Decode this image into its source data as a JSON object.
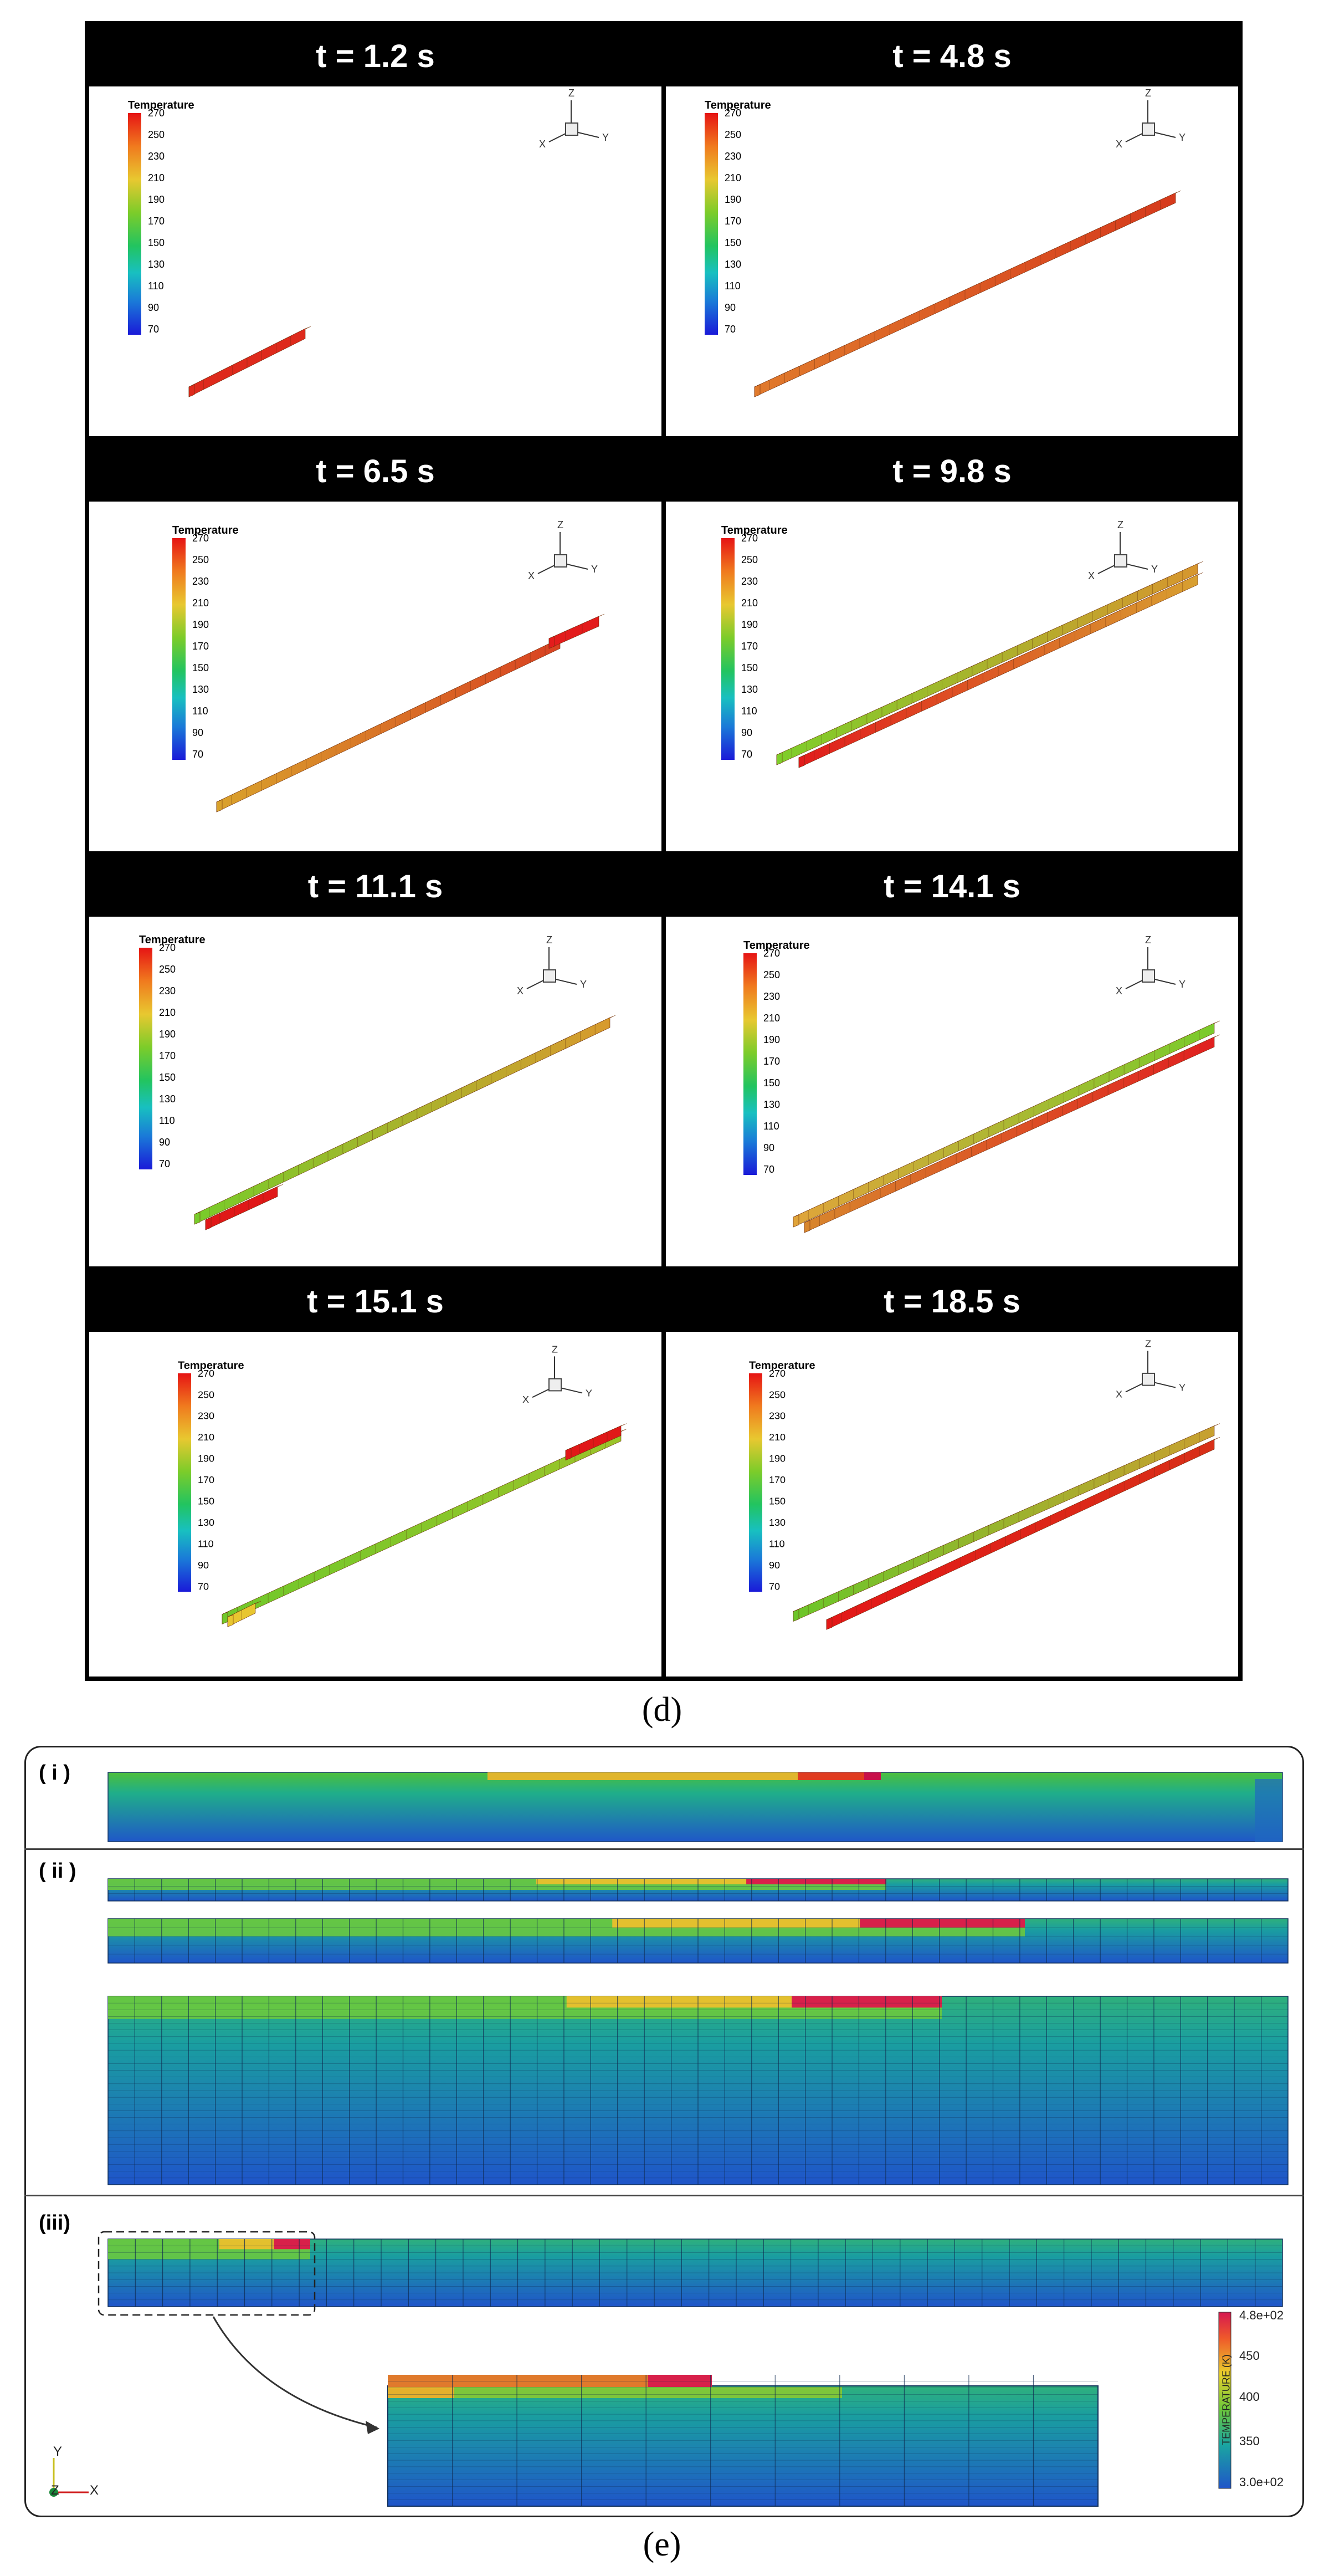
{
  "panel_d": {
    "caption": "(d)",
    "legend_title": "Temperature",
    "legend_ticks": [
      "270",
      "250",
      "230",
      "210",
      "190",
      "170",
      "150",
      "130",
      "110",
      "90",
      "70"
    ],
    "axis_labels": {
      "z": "Z",
      "y": "Y",
      "x": "X"
    },
    "panels": [
      {
        "time_label": "t = 1.2 s"
      },
      {
        "time_label": "t = 4.8 s"
      },
      {
        "time_label": "t = 6.5 s"
      },
      {
        "time_label": "t = 9.8 s"
      },
      {
        "time_label": "t = 11.1 s"
      },
      {
        "time_label": "t = 14.1 s"
      },
      {
        "time_label": "t = 15.1 s"
      },
      {
        "time_label": "t = 18.5 s"
      }
    ]
  },
  "panel_e": {
    "caption": "(e)",
    "section_labels": [
      "( i )",
      "( ii )",
      "(iii)"
    ],
    "colorbar": {
      "title": "TEMPERATURE (K)",
      "ticks": [
        "4.8e+02",
        "450",
        "400",
        "350",
        "3.0e+02"
      ]
    },
    "axis_labels": {
      "y": "Y",
      "z": "Z",
      "x": "X"
    }
  },
  "colors": {
    "hot": "#e01818",
    "warm": "#e4a23a",
    "mid": "#6fce2a",
    "cool": "#1aa0a8",
    "cold": "#1f55c9",
    "frame": "#000000"
  }
}
